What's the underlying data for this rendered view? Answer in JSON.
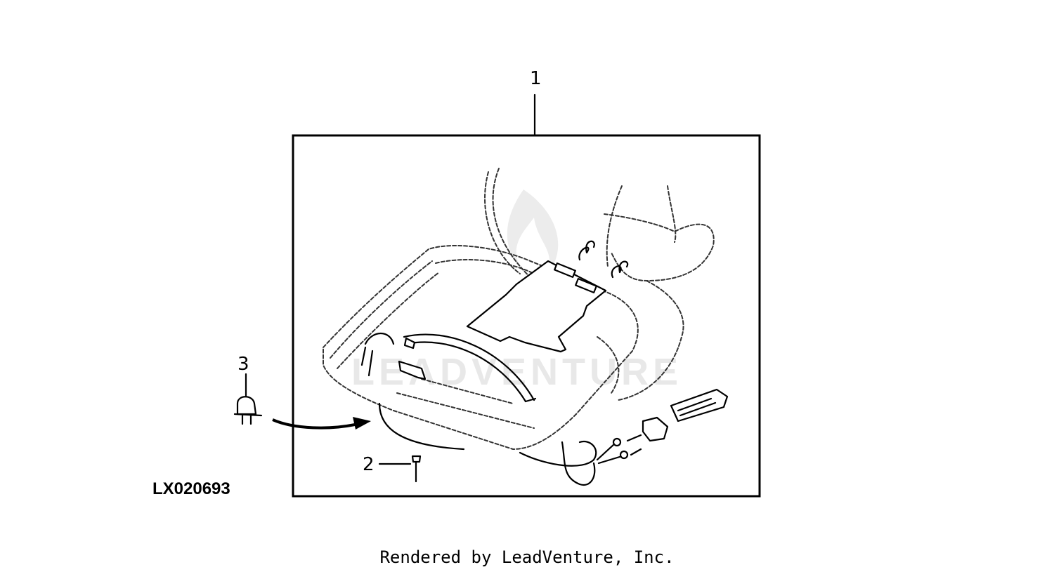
{
  "figure_id": "LX020693",
  "callouts": [
    "1",
    "2",
    "3"
  ],
  "watermark": "LEADVENTURE",
  "footer": "Rendered by LeadVenture, Inc."
}
